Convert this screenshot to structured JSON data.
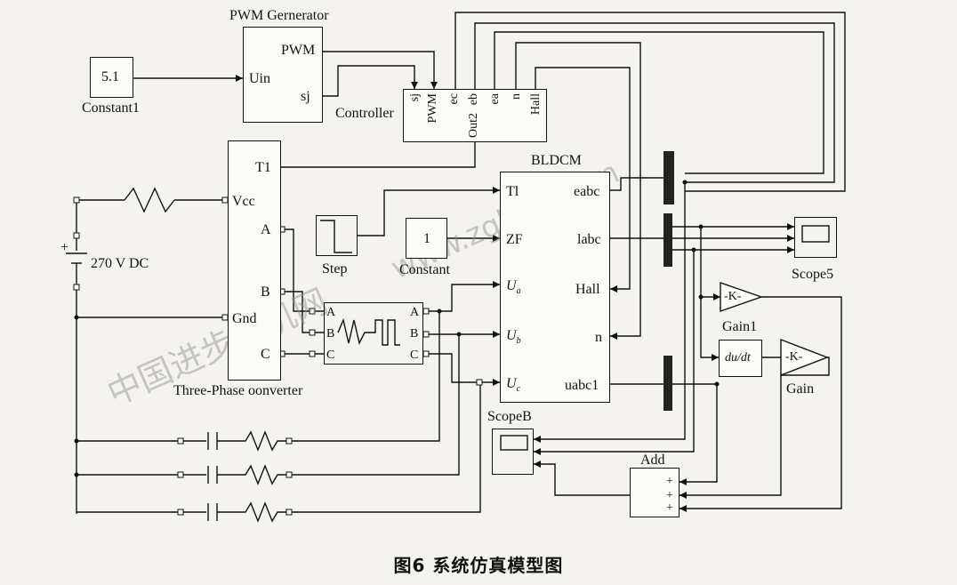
{
  "blocks": {
    "pwm_generator": {
      "title": "PWM Gernerator",
      "port_pwm": "PWM",
      "port_uin": "Uin",
      "port_sj": "sj"
    },
    "constant1": {
      "value": "5.1",
      "label": "Constant1"
    },
    "controller": {
      "label": "Controller",
      "ports": [
        "sj",
        "PWM",
        "ec",
        "eb",
        "ea",
        "n",
        "Hall"
      ],
      "out_port": "Out2"
    },
    "converter": {
      "label": "Three-Phase oonverter",
      "port_t1": "T1",
      "port_vcc": "Vcc",
      "port_a": "A",
      "port_b": "B",
      "port_gnd": "Gnd",
      "port_c": "C"
    },
    "dc_source": {
      "label": "270 V DC",
      "plus": "+"
    },
    "step": {
      "label": "Step"
    },
    "constant": {
      "value": "1",
      "label": "Constant"
    },
    "bldcm": {
      "title": "BLDCM",
      "inputs": [
        "Tl",
        "ZF",
        "U",
        "U",
        "U"
      ],
      "input_subs": [
        "",
        "",
        "a",
        "b",
        "c"
      ],
      "outputs": [
        "eabc",
        "labc",
        "Hall",
        "n",
        "uabc1"
      ]
    },
    "filter": {
      "in_ports": [
        "A",
        "B",
        "C"
      ],
      "out_ports": [
        "A",
        "B",
        "C"
      ]
    },
    "scope5": {
      "label": "Scope5"
    },
    "scopeb": {
      "label": "ScopeB"
    },
    "gain1": {
      "value": "-K-",
      "label": "Gain1"
    },
    "gain": {
      "value": "-K-",
      "label": "Gain"
    },
    "derivative": {
      "value": "du/dt"
    },
    "add": {
      "label": "Add",
      "signs": [
        "+",
        "+",
        "+"
      ]
    }
  },
  "caption": "图6   系统仿真模型图",
  "watermark": {
    "text1": "中国进步电机网",
    "text2": "www.zgbjdj.com"
  }
}
